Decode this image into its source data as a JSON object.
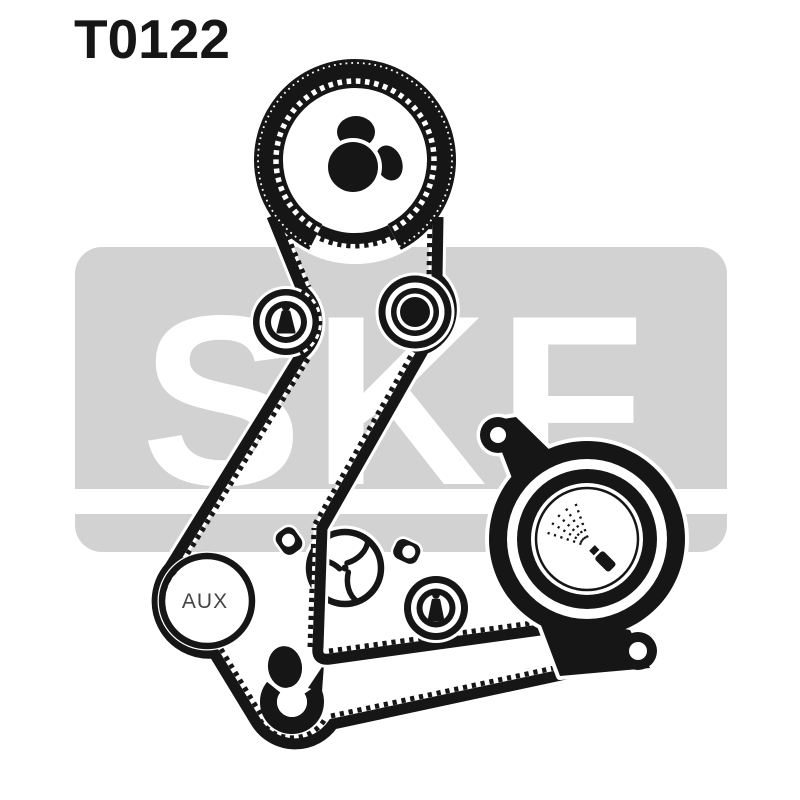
{
  "header": {
    "part_number": "T0122"
  },
  "watermark": {
    "brand": "SKF"
  },
  "diagram": {
    "aux_pulley_label": "AUX",
    "icons": {
      "camshaft-hub-icon": "cam trefoil hub",
      "idler-pin-icon": "cone with ball stud",
      "impeller-icon": "three-blade water pump impeller",
      "grease-spray-icon": "nozzle spraying dots",
      "crank-key-icon": "crankshaft key crescent"
    }
  },
  "colors": {
    "ink": "#161616",
    "watermark_gray": "#d2d2d2",
    "background": "#ffffff",
    "aux_text_gray": "#454545",
    "watermark_text": "#ffffff"
  }
}
